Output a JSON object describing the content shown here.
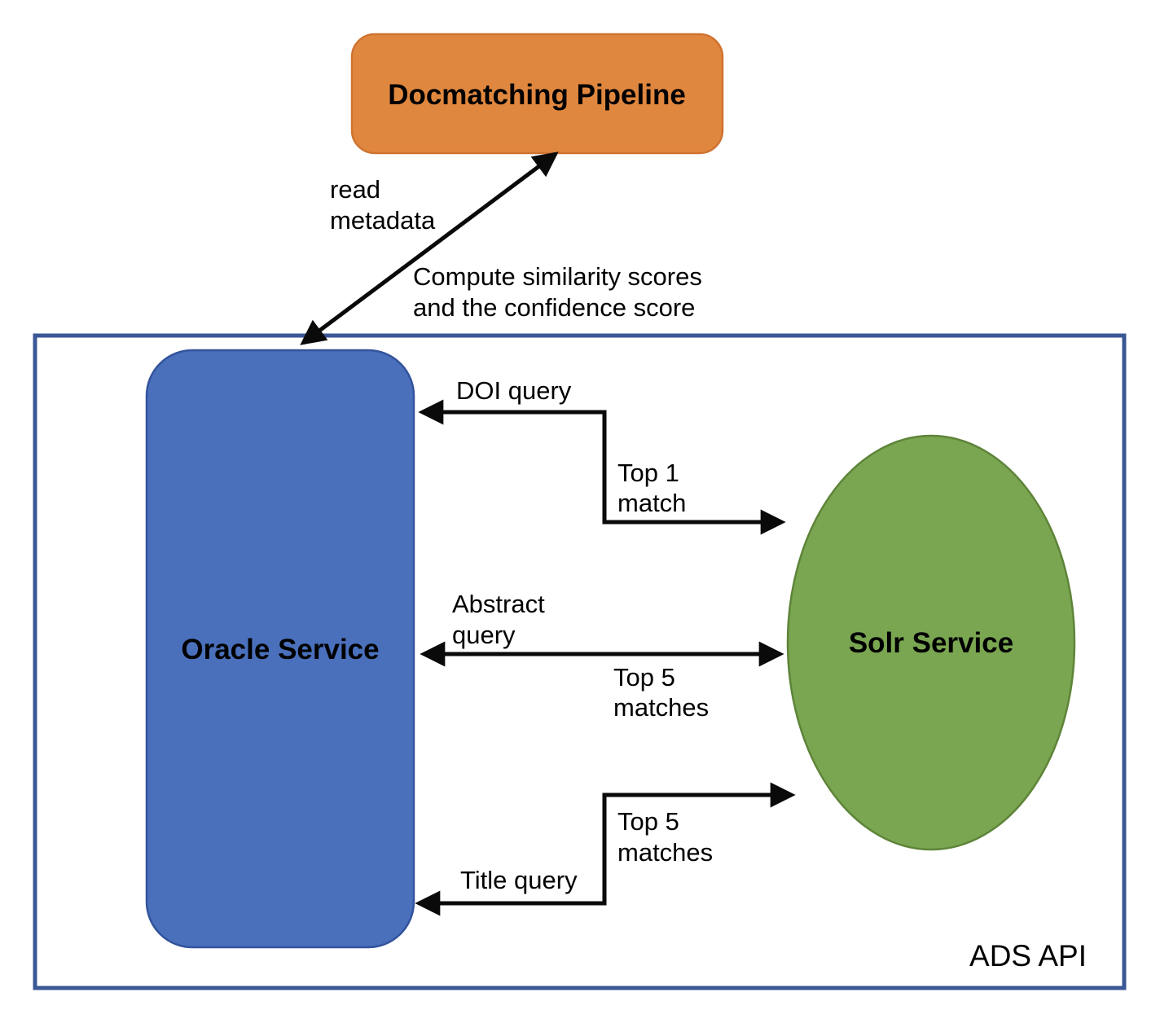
{
  "diagram": {
    "nodes": {
      "pipeline": {
        "label": "Docmatching Pipeline"
      },
      "oracle": {
        "label": "Oracle Service"
      },
      "solr": {
        "label": "Solr Service"
      }
    },
    "container": {
      "label": "ADS API"
    },
    "edges": {
      "read_metadata": {
        "lines": [
          "read",
          "metadata"
        ]
      },
      "compute_scores": {
        "lines": [
          "Compute similarity scores",
          "and the confidence score"
        ]
      },
      "doi_query": {
        "label": "DOI query"
      },
      "top_1_match": {
        "lines": [
          "Top 1",
          "match"
        ]
      },
      "abstract_query": {
        "lines": [
          "Abstract",
          "query"
        ]
      },
      "top_5_matches_mid": {
        "lines": [
          "Top 5",
          "matches"
        ]
      },
      "top_5_matches_bottom": {
        "lines": [
          "Top 5",
          "matches"
        ]
      },
      "title_query": {
        "label": "Title query"
      }
    },
    "colors": {
      "pipeline_fill": "#E0873F",
      "pipeline_stroke": "#CF7330",
      "oracle_fill": "#4A70BC",
      "oracle_stroke": "#33539C",
      "solr_fill": "#7AA652",
      "solr_stroke": "#5E8439",
      "container_stroke": "#3A5795",
      "container_fill": "#FFFFFF",
      "arrow": "#0A0A0A",
      "text": "#000000",
      "background": "#FFFFFF"
    }
  }
}
